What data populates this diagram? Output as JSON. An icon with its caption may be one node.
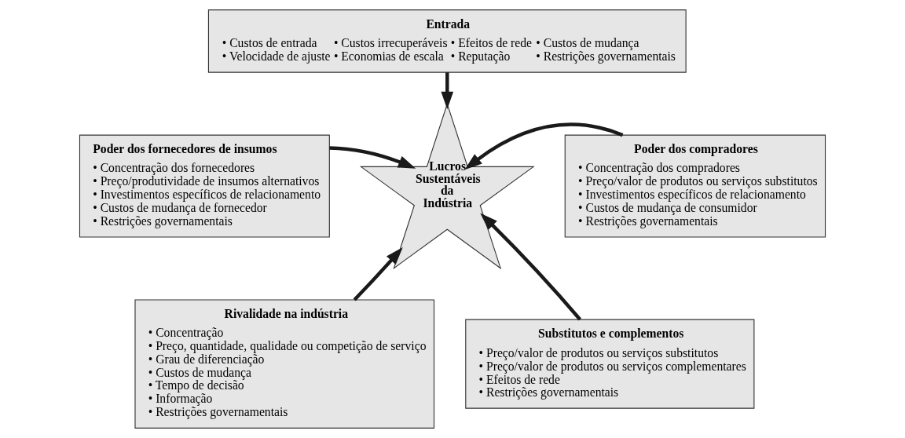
{
  "diagram": {
    "nodes": [
      {
        "text": [
          "Entrada",
          "• Custos de entrada",
          "• Velocidade de ajuste",
          "• Custos irrecuperáveis",
          "• Economias de escala",
          "• Efeitos de rede",
          "• Reputação",
          "• Custos de mudança",
          "• Restrições governamentais"
        ]
      },
      {
        "text": [
          "Poder dos fornecedores de insumos",
          "• Concentração dos fornecedores",
          "• Preço/produtividade de insumos alternativos",
          "• Investimentos específicos de relacionamento",
          "• Custos de mudança de fornecedor",
          "• Restrições governamentais"
        ]
      },
      {
        "text": [
          "Lucros Sustentáveis da Indústria"
        ]
      },
      {
        "text": [
          "Poder dos compradores",
          "• Concentração dos compradores",
          "• Preço/valor de produtos ou serviços substitutos",
          "• Investimentos específicos de relacionamento",
          "• Custos de mudança de consumidor",
          "• Restrições governamentais"
        ]
      },
      {
        "text": [
          "Rivalidade na indústria",
          "• Concentração",
          "• Preço, quantidade, qualidade ou competição de serviço",
          "• Grau de diferenciação",
          "• Custos de mudança",
          "• Tempo de decisão",
          "• Informação",
          "• Restrições governamentais"
        ]
      },
      {
        "text": [
          "Substitutos e complementos",
          "• Preço/valor de produtos ou serviços substitutos",
          "• Preço/valor de produtos ou serviços complementares",
          "• Efeitos de rede",
          "• Restrições governamentais"
        ]
      }
    ],
    "edges": [
      {
        "from": 0,
        "to": 2,
        "arrow": "to"
      },
      {
        "from": 1,
        "to": 2,
        "arrow": "to"
      },
      {
        "from": 3,
        "to": 2,
        "arrow": "to"
      },
      {
        "from": 4,
        "to": 2,
        "arrow": "to"
      },
      {
        "from": 5,
        "to": 2,
        "arrow": "to"
      }
    ]
  }
}
